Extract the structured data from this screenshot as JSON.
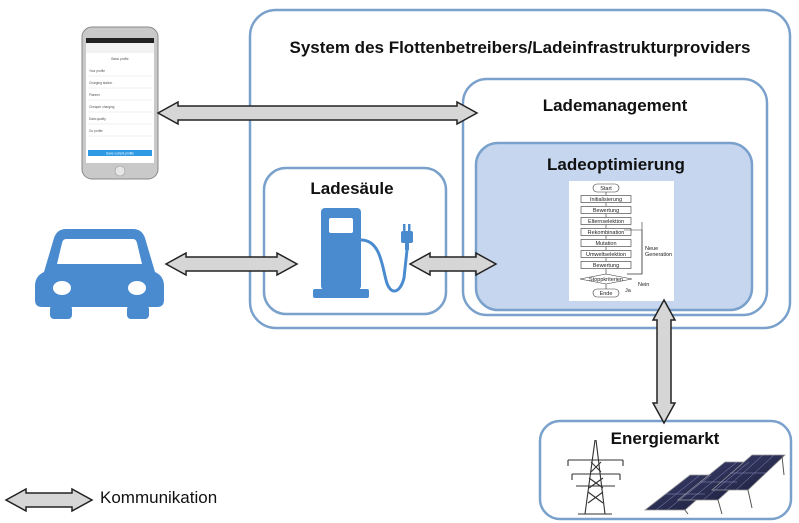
{
  "labels": {
    "system": "System des Flottenbetreibers/Ladeinfrastrukturproviders",
    "lademanagement": "Lademanagement",
    "ladeoptimierung": "Ladeoptimierung",
    "ladesaeule": "Ladesäule",
    "energiemarkt": "Energiemarkt",
    "legend": "Kommunikation"
  },
  "flowchart": {
    "steps": [
      "Start",
      "Initialisierung",
      "Bewertung",
      "Elternselektion",
      "Rekombination",
      "Mutation",
      "Umweltselektion",
      "Bewertung",
      "Stoppkriterien",
      "Ende"
    ],
    "loop_label": "Neue Generation",
    "no_label": "Nein",
    "yes_label": "Ja"
  },
  "phone": {
    "app_title": "Basic profile",
    "rows": [
      "Your profile",
      "Charging station",
      "Planner",
      "Cheaper charging",
      "Data quality",
      "Go profile"
    ],
    "button": "Save current profile"
  },
  "colors": {
    "box_border": "#7aa1cc",
    "optim_fill": "#c6d6ee",
    "icon_blue": "#4a8bd0",
    "arrow_fill": "#d6d6d6",
    "arrow_stroke": "#222222"
  }
}
